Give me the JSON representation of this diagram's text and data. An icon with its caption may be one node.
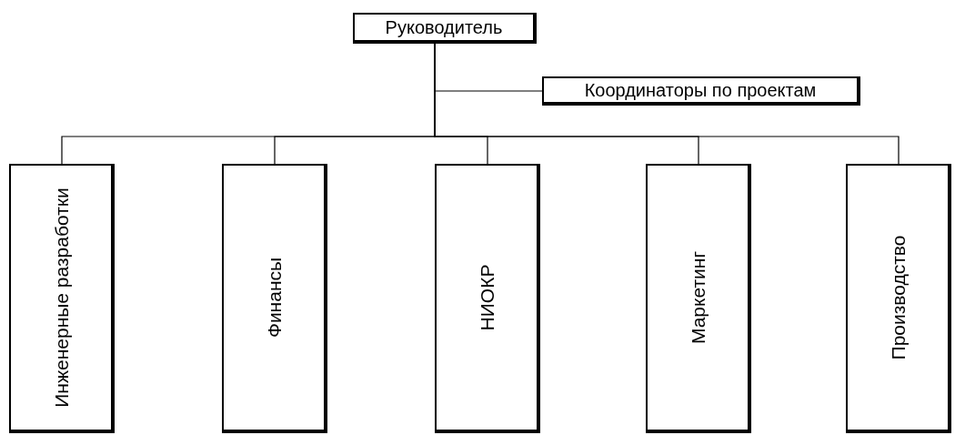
{
  "diagram": {
    "nodes": [
      {
        "text": [
          "Руководитель"
        ]
      },
      {
        "text": [
          "Координаторы по проектам"
        ]
      },
      {
        "text": [
          "Инженерные разработки"
        ]
      },
      {
        "text": [
          "Финансы"
        ]
      },
      {
        "text": [
          "НИОКР"
        ]
      },
      {
        "text": [
          "Маркетинг"
        ]
      },
      {
        "text": [
          "Производство"
        ]
      }
    ],
    "edges": [
      {
        "from": 0,
        "to": 1,
        "arrow": "none"
      },
      {
        "from": 0,
        "to": 2,
        "arrow": "none"
      },
      {
        "from": 0,
        "to": 3,
        "arrow": "none"
      },
      {
        "from": 0,
        "to": 4,
        "arrow": "none"
      },
      {
        "from": 0,
        "to": 5,
        "arrow": "none"
      },
      {
        "from": 0,
        "to": 6,
        "arrow": "none"
      }
    ]
  }
}
